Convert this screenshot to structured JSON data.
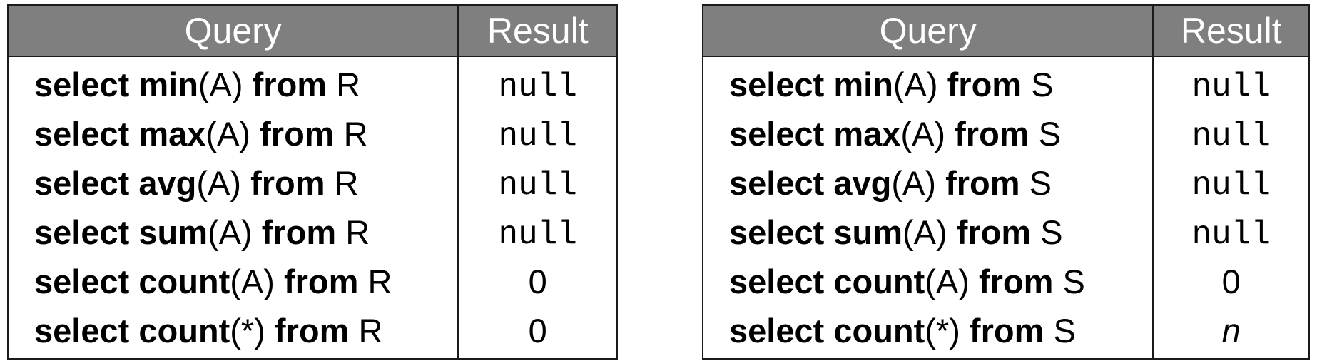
{
  "headers": {
    "query": "Query",
    "result": "Result"
  },
  "tables": [
    {
      "relation": "R",
      "rows": [
        {
          "kw_select": "select",
          "func": "min",
          "arg": "(A)",
          "kw_from": "from",
          "rel": "R",
          "result": "null",
          "result_style": "mono"
        },
        {
          "kw_select": "select",
          "func": "max",
          "arg": "(A)",
          "kw_from": "from",
          "rel": "R",
          "result": "null",
          "result_style": "mono"
        },
        {
          "kw_select": "select",
          "func": "avg",
          "arg": "(A)",
          "kw_from": "from",
          "rel": "R",
          "result": "null",
          "result_style": "mono"
        },
        {
          "kw_select": "select",
          "func": "sum",
          "arg": "(A)",
          "kw_from": "from",
          "rel": "R",
          "result": "null",
          "result_style": "mono"
        },
        {
          "kw_select": "select",
          "func": "count",
          "arg": "(A)",
          "kw_from": "from",
          "rel": "R",
          "result": "0",
          "result_style": "plain"
        },
        {
          "kw_select": "select",
          "func": "count",
          "arg": "(*)",
          "kw_from": "from",
          "rel": "R",
          "result": "0",
          "result_style": "plain"
        }
      ]
    },
    {
      "relation": "S",
      "rows": [
        {
          "kw_select": "select",
          "func": "min",
          "arg": "(A)",
          "kw_from": "from",
          "rel": "S",
          "result": "null",
          "result_style": "mono"
        },
        {
          "kw_select": "select",
          "func": "max",
          "arg": "(A)",
          "kw_from": "from",
          "rel": "S",
          "result": "null",
          "result_style": "mono"
        },
        {
          "kw_select": "select",
          "func": "avg",
          "arg": "(A)",
          "kw_from": "from",
          "rel": "S",
          "result": "null",
          "result_style": "mono"
        },
        {
          "kw_select": "select",
          "func": "sum",
          "arg": "(A)",
          "kw_from": "from",
          "rel": "S",
          "result": "null",
          "result_style": "mono"
        },
        {
          "kw_select": "select",
          "func": "count",
          "arg": "(A)",
          "kw_from": "from",
          "rel": "S",
          "result": "0",
          "result_style": "plain"
        },
        {
          "kw_select": "select",
          "func": "count",
          "arg": "(*)",
          "kw_from": "from",
          "rel": "S",
          "result": "n",
          "result_style": "italic"
        }
      ]
    }
  ],
  "colors": {
    "header_bg": "#7f7f7f",
    "header_text": "#ffffff",
    "border": "#1a1a1a",
    "body_text": "#000000"
  }
}
